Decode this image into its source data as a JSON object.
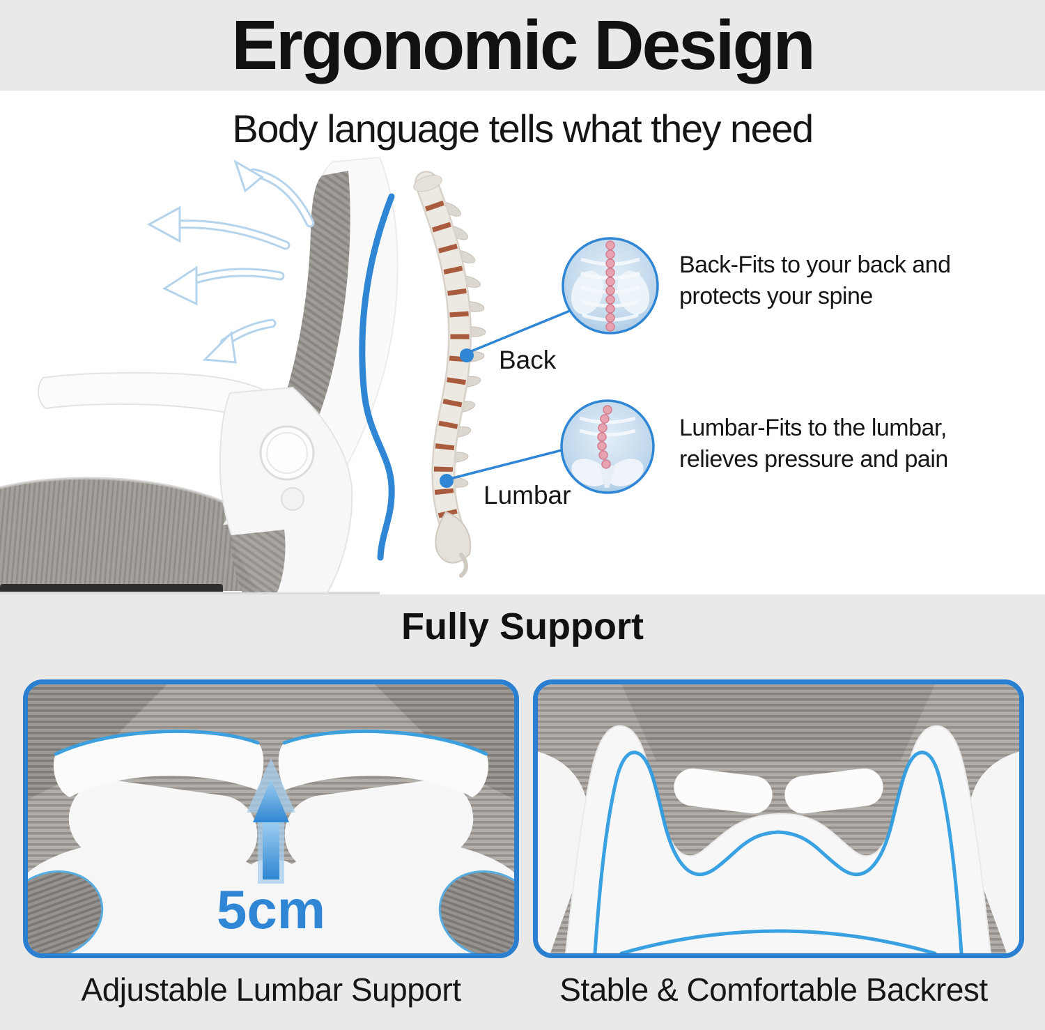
{
  "header": {
    "title": "Ergonomic Design",
    "subtitle": "Body language tells what they need"
  },
  "hero": {
    "back_point_label": "Back",
    "lumbar_point_label": "Lumbar",
    "back_note": "Back-Fits to your back and protects your spine",
    "lumbar_note": "Lumbar-Fits to the lumbar, relieves pressure and pain"
  },
  "support": {
    "heading": "Fully Support",
    "measurement": "5cm",
    "left_caption": "Adjustable Lumbar Support",
    "right_caption": "Stable & Comfortable Backrest"
  },
  "colors": {
    "accent_blue": "#2e86d4",
    "panel_border_blue": "#2b7fd1",
    "contour_blue": "#2f9ce0",
    "band_gray": "#e9e9e9",
    "text_black": "#1a1a1a",
    "disc_brown": "#a95b3e"
  }
}
